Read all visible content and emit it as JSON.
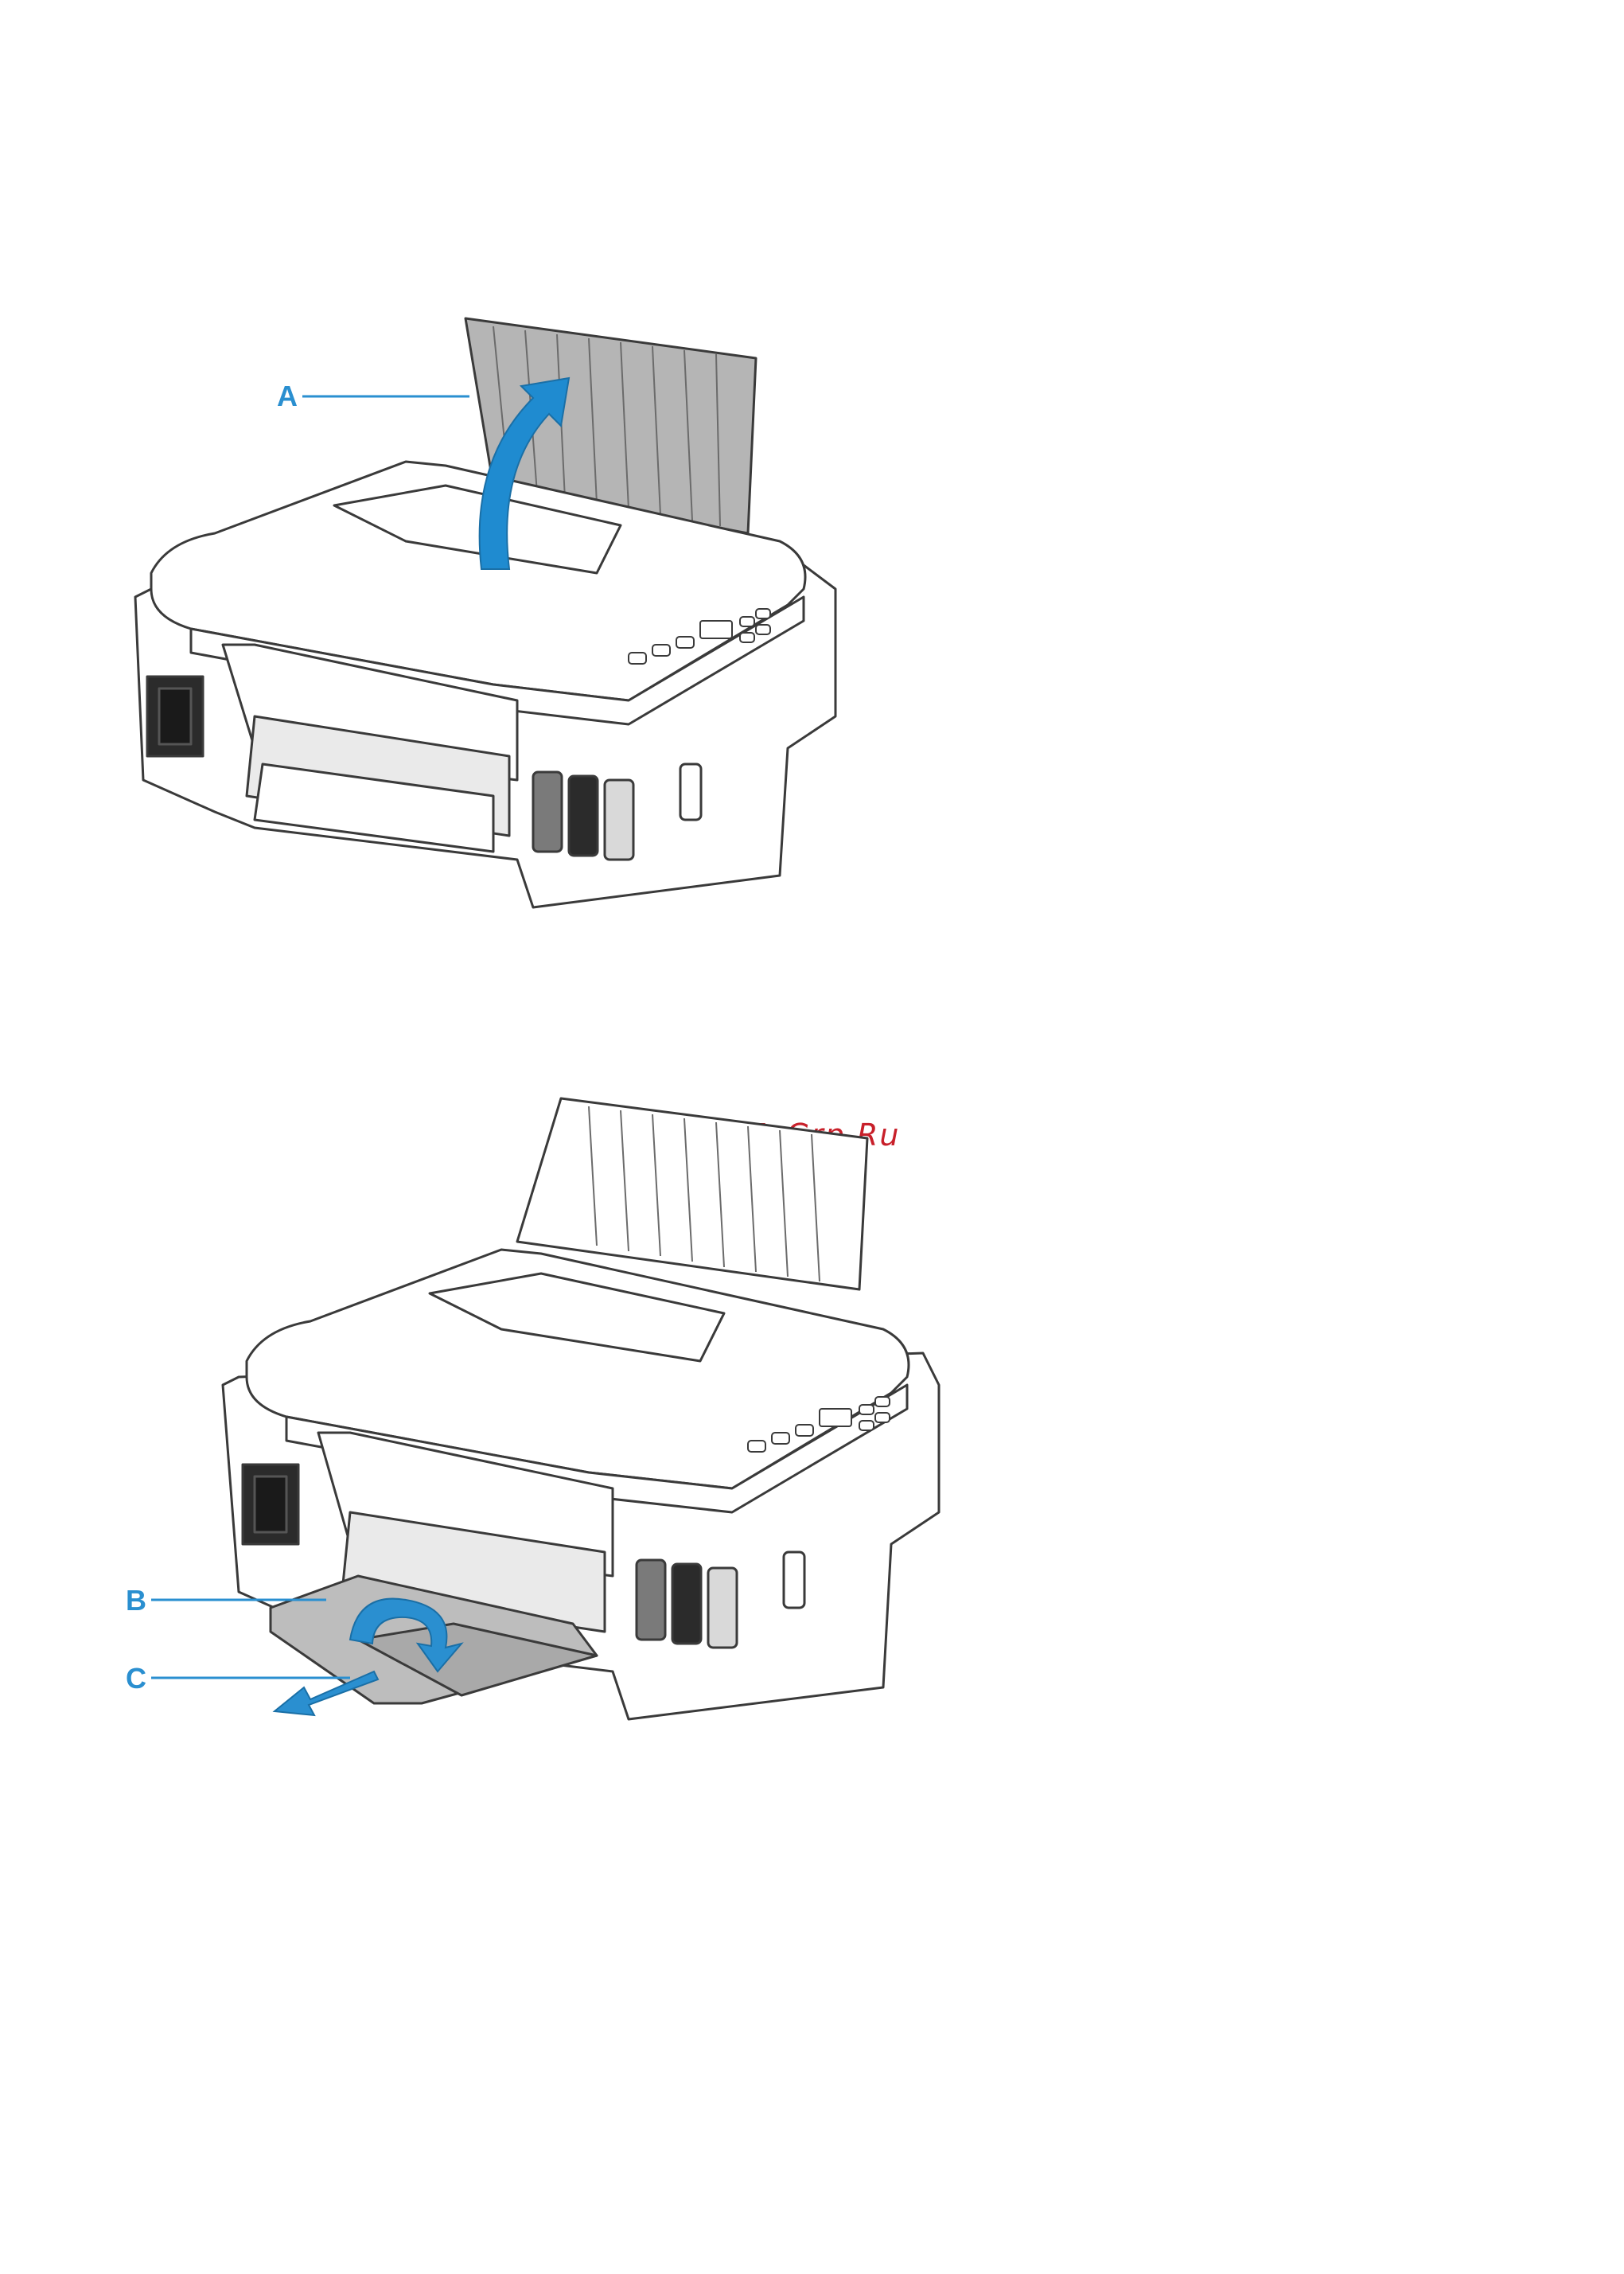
{
  "colors": {
    "callout": "#2a8fd0",
    "arrow": "#1f8bd0",
    "outline": "#3a3a3a",
    "body_fill": "#ffffff",
    "tray_fill": "#bdbdbd",
    "tank_dark": "#2b2b2b",
    "tank_grey": "#7a7a7a",
    "watermark": "#c8202a"
  },
  "figures": [
    {
      "step_image": "printer-paper-support-raised",
      "callouts": [
        {
          "letter": "A"
        }
      ],
      "icons": [
        "printer-icon",
        "raise-arrow-icon"
      ]
    },
    {
      "step_image": "printer-output-tray-extended",
      "callouts": [
        {
          "letter": "B"
        },
        {
          "letter": "C"
        }
      ],
      "icons": [
        "printer-icon",
        "open-arrow-icon",
        "pull-arrow-icon"
      ]
    }
  ],
  "watermark": "McGrp.Ru"
}
